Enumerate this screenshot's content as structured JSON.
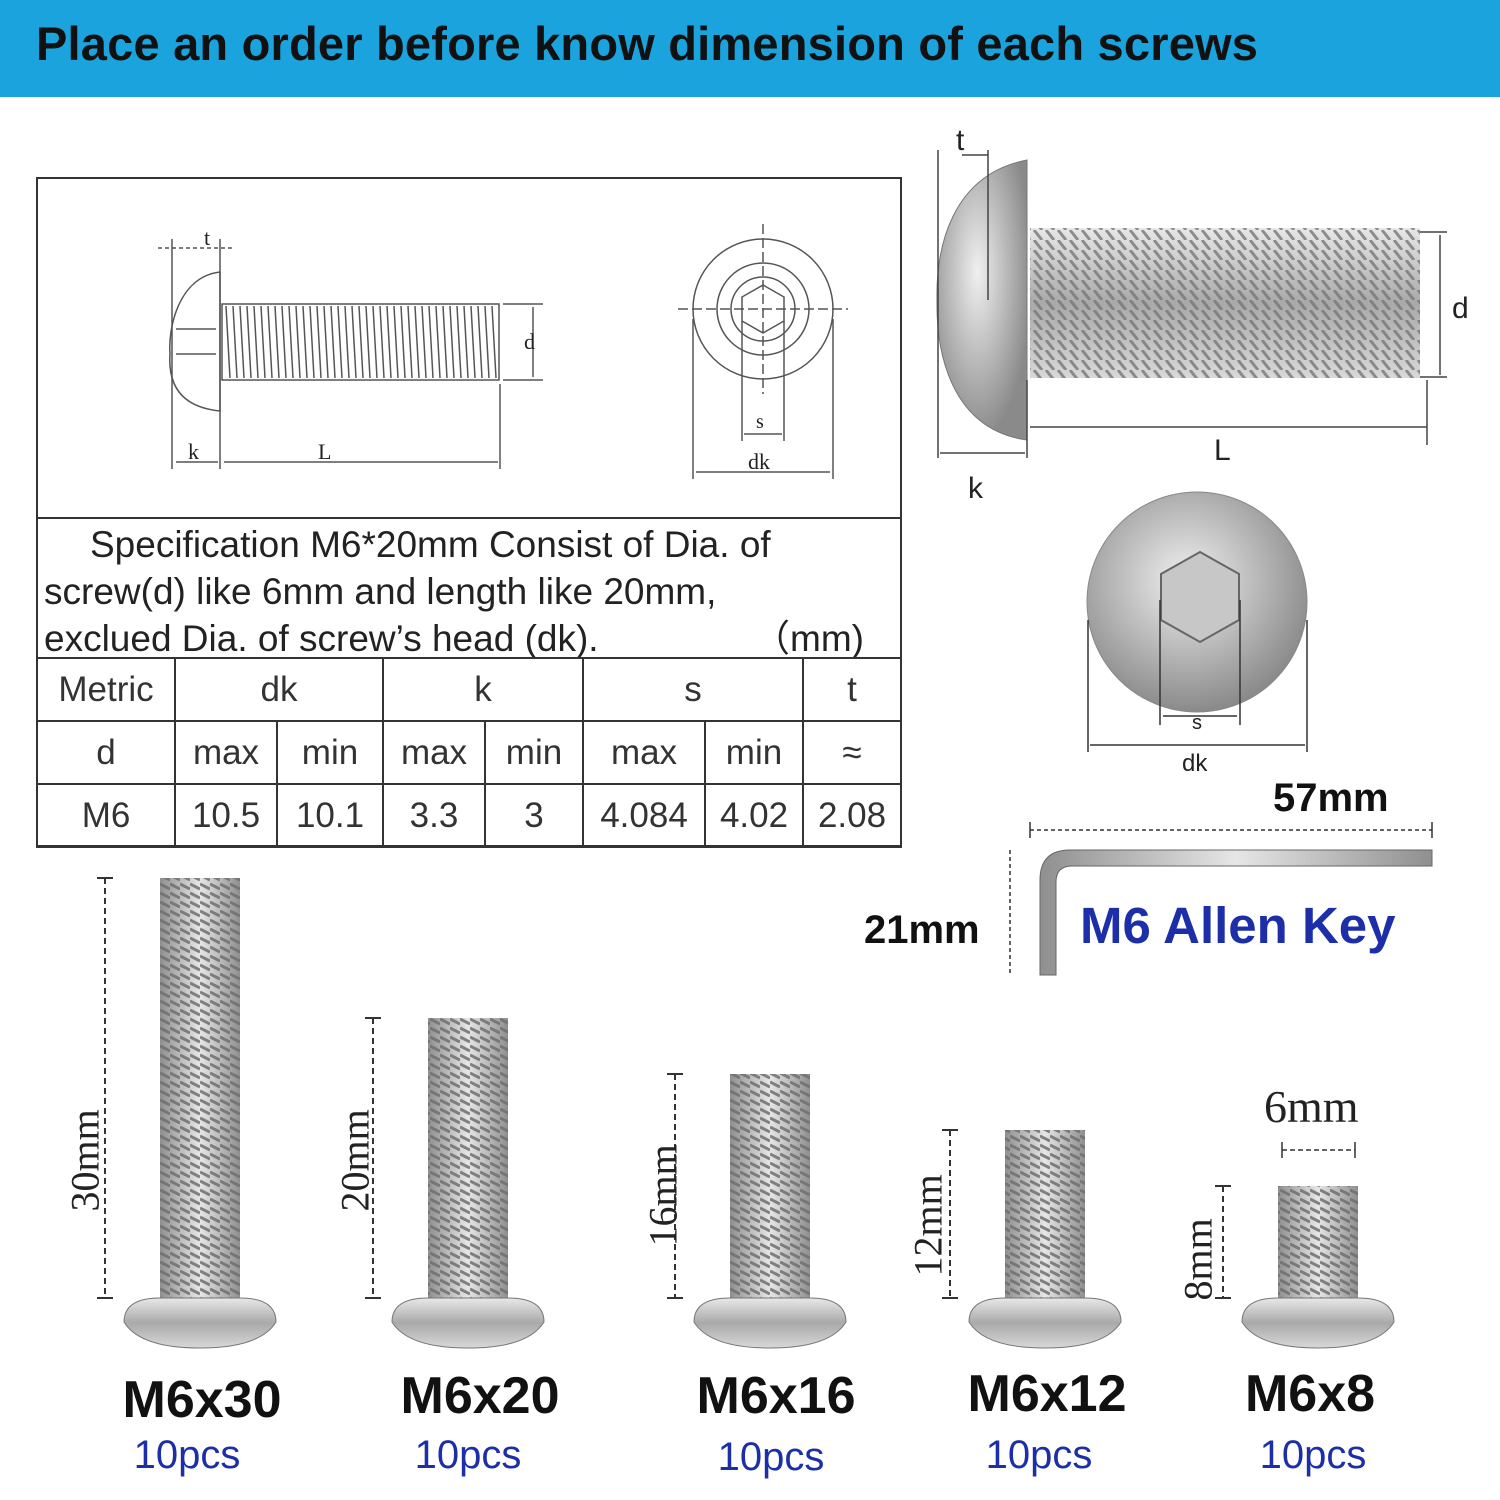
{
  "banner": {
    "title": "Place an order before know dimension of each screws"
  },
  "drawing_labels": {
    "t": "t",
    "d": "d",
    "k": "k",
    "L": "L",
    "s": "s",
    "dk": "dk"
  },
  "spec": {
    "note_line1": "Specification M6*20mm Consist of Dia. of",
    "note_line2": "screw(d) like 6mm and length like 20mm,",
    "note_line3": "exclued Dia. of screw’s head (dk).",
    "unit": "（mm)",
    "header_row": [
      "Metric",
      "dk",
      "k",
      "s",
      "t"
    ],
    "sub_row": [
      "d",
      "max",
      "min",
      "max",
      "min",
      "max",
      "min",
      "≈"
    ],
    "data_row": [
      "M6",
      "10.5",
      "10.1",
      "3.3",
      "3",
      "4.084",
      "4.02",
      "2.08"
    ]
  },
  "photo_labels": {
    "t": "t",
    "d": "d",
    "L": "L",
    "k": "k",
    "s": "s",
    "dk": "dk"
  },
  "allen_key": {
    "title": "M6 Allen Key",
    "length": "57mm",
    "short_length": "21mm"
  },
  "screws": [
    {
      "size": "M6x30",
      "qty": "10pcs",
      "length_label": "30mm",
      "length_mm": 30
    },
    {
      "size": "M6x20",
      "qty": "10pcs",
      "length_label": "20mm",
      "length_mm": 20
    },
    {
      "size": "M6x16",
      "qty": "10pcs",
      "length_label": "16mm",
      "length_mm": 16
    },
    {
      "size": "M6x12",
      "qty": "10pcs",
      "length_label": "12mm",
      "length_mm": 12
    },
    {
      "size": "M6x8",
      "qty": "10pcs",
      "length_label": "8mm",
      "length_mm": 8
    }
  ],
  "thread_diameter_label": "6mm",
  "colors": {
    "banner": "#1aa3dc",
    "accent_blue": "#1c2fa8",
    "steel": "#b9b9b9"
  }
}
